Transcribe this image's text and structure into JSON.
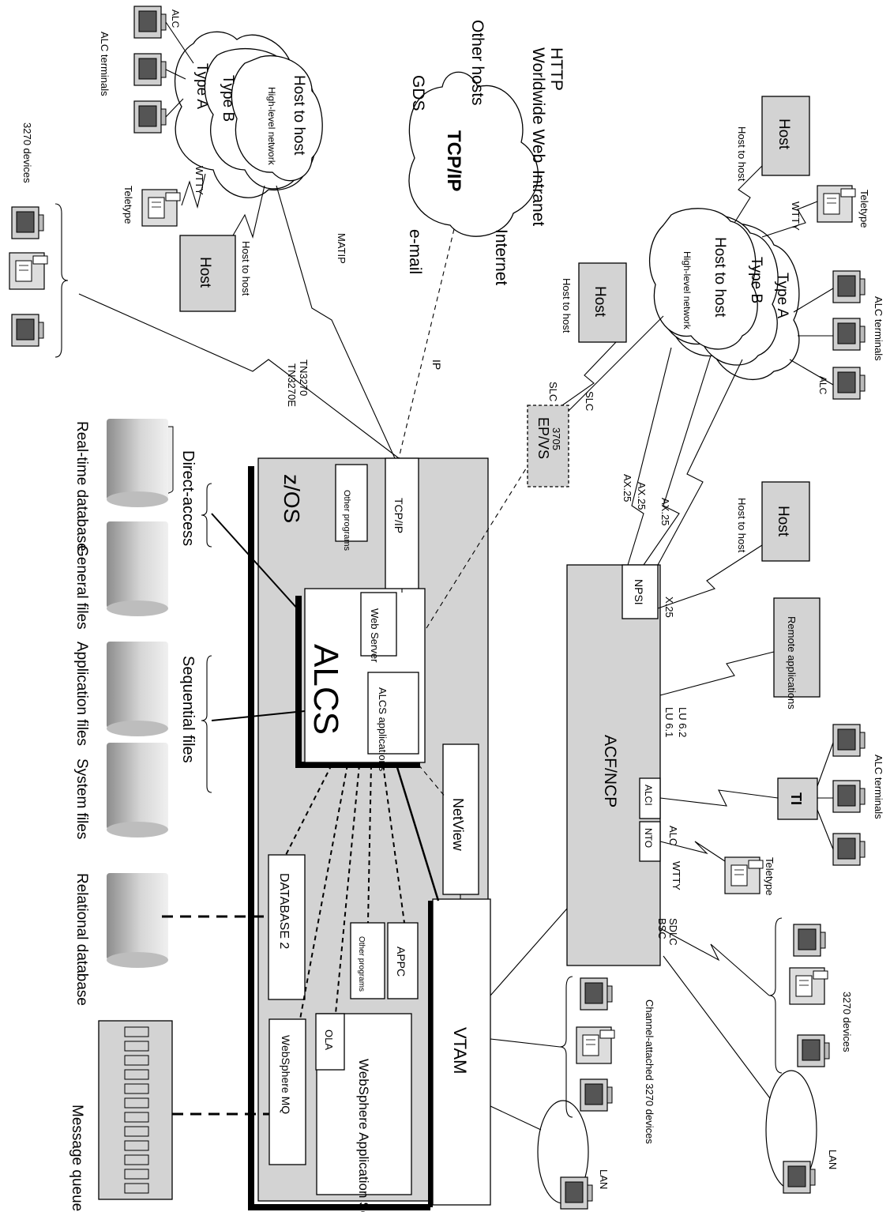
{
  "colors": {
    "grey_box": "#d3d3d3",
    "white": "#ffffff",
    "line": "#000000",
    "disk_dark": "#8c8c8c",
    "disk_light": "#f0f0f0"
  },
  "zos": {
    "title": "z/OS",
    "tcpip": "TCP/IP",
    "other_programs_top": "Other programs",
    "alcs": "ALCS",
    "web_server": "Web Server",
    "alcs_applications": "ALCS applications",
    "netview": "NetView",
    "vtam": "VTAM",
    "appc": "APPC",
    "other_programs_bottom": "Other programs",
    "database2": "DATABASE 2",
    "websphere_as": "WebSphere Application Server",
    "ola": "OLA",
    "websphere_mq": "WebSphere MQ"
  },
  "acf": {
    "title": "ACF/NCP",
    "npsi": "NPSI",
    "alci": "ALCI",
    "nto": "NTO"
  },
  "protocols": {
    "x25": "X.25",
    "ax25_1": "AX.25",
    "ax25_2": "AX.25",
    "ax25_3": "AX.25",
    "slc_1": "SLC",
    "slc_2": "SLC",
    "lu61": "LU 6.1",
    "lu62": "LU 6.2",
    "alc": "ALC",
    "wtty": "WTTY",
    "sdlc": "SDLC",
    "bsc": "BSC",
    "ip": "IP",
    "matip": "MATIP",
    "tn3270": "TN3270",
    "tn3270e": "TN3270E",
    "wtty_left": "WTTY"
  },
  "epvs": {
    "name": "EP/VS",
    "model": "3705"
  },
  "tcpip_cloud": {
    "title": "TCP/IP",
    "http": "HTTP",
    "worldwide_web": "Worldwide Web",
    "other_hosts": "Other hosts",
    "gds": "GDS",
    "intranet": "Intranet",
    "email": "e-mail",
    "internet": "Internet"
  },
  "left_network": {
    "host_to_host": "Host to host",
    "high_level": "High-level network",
    "type_a": "Type A",
    "type_b": "Type B",
    "alc": "ALC",
    "alc_terminals": "ALC terminals",
    "teletype": "Teletype",
    "host": "Host",
    "host_to_host_label": "Host to host",
    "devices_3270": "3270 devices"
  },
  "right_network": {
    "host_to_host": "Host to host",
    "high_level": "High-level network",
    "type_a": "Type A",
    "type_b": "Type B",
    "alc": "ALC",
    "alc_terminals": "ALC terminals",
    "teletype": "Teletype",
    "host_top": "Host",
    "host_top_label": "Host to host",
    "host_mid": "Host",
    "host_mid_label": "Host to host",
    "host_lower": "Host",
    "host_lower_label": "Host to host"
  },
  "right_lower": {
    "remote_applications": "Remote applications",
    "ti": "TI",
    "alc_terminals": "ALC terminals",
    "teletype": "Teletype",
    "devices_3270": "3270 devices",
    "channel_attached": "Channel-attached 3270 devices",
    "lan_right": "LAN",
    "lan_bottom": "LAN"
  },
  "storage": {
    "direct_access": "Direct-access",
    "realtime_db": "Real-time database",
    "general_files": "General files",
    "sequential_files": "Sequential files",
    "application_files": "Application files",
    "system_files": "System files",
    "relational_db": "Relational database",
    "message_queues": "Message queues"
  }
}
